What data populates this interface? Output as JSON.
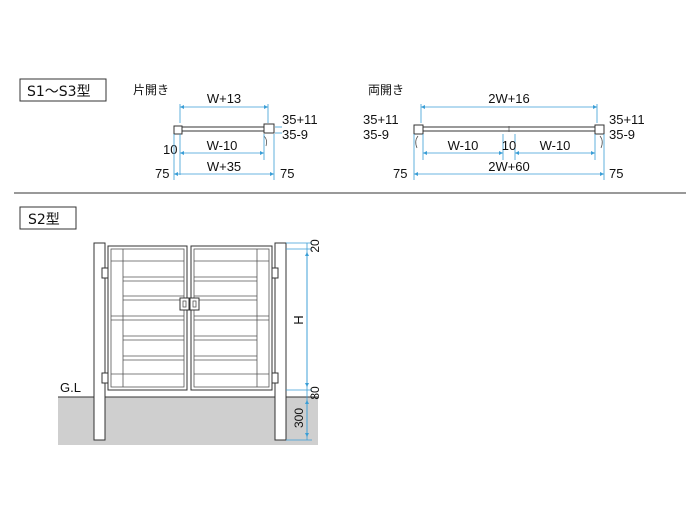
{
  "section1": {
    "label": "S1～S3型",
    "single": {
      "title": "片開き",
      "top_width": "W+13",
      "inner_width": "W-10",
      "overall_width": "W+35",
      "offset_left": "10",
      "post_left": "75",
      "post_right": "75",
      "right_upper": "35+11",
      "right_lower": "35-9"
    },
    "double": {
      "title": "両開き",
      "top_width": "2W+16",
      "inner_left": "W-10",
      "gap": "10",
      "inner_right": "W-10",
      "overall_width": "2W+60",
      "post_left": "75",
      "post_right": "75",
      "left_upper": "35+11",
      "left_lower": "35-9",
      "right_upper": "35+11",
      "right_lower": "35-9"
    }
  },
  "section2": {
    "label": "S2型",
    "ground_label": "G.L",
    "dim_top": "20",
    "dim_height": "H",
    "dim_bottom": "80",
    "dim_embed": "300"
  },
  "colors": {
    "dimension": "#3a9ed6",
    "ground": "#cfcfcf",
    "line": "#333333"
  }
}
